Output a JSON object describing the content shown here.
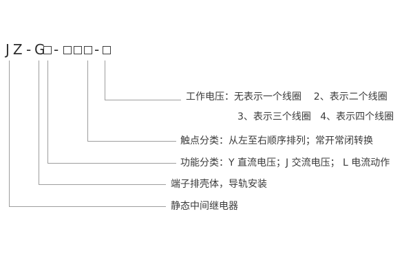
{
  "model_code": {
    "full_code": "JZ-G□-□□□-□",
    "prefix": "JZ",
    "dash": "-",
    "function_letter": "G"
  },
  "annotations": {
    "working_voltage": {
      "line1": "工作电压：无表示一个线圈    2、表示二个线圈",
      "line2": "3、表示三个线圈   4、表示四个线圈"
    },
    "contact_class": "触点分类：从左至右顺序排列；常开常闭转换",
    "function_class": "功能分类：Y 直流电压；J 交流电压； L 电流动作",
    "housing": "端子排壳体，导轨安装",
    "relay_type": "静态中间继电器"
  },
  "colors": {
    "background": "#ffffff",
    "text": "#3a3a3a",
    "line": "#9c9c9c",
    "box_border": "#3c3c3c"
  }
}
